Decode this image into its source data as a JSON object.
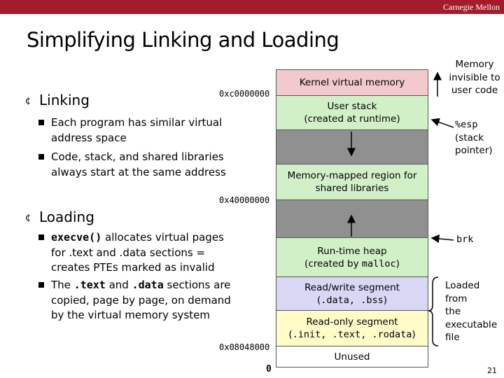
{
  "header": {
    "brand": "Carnegie Mellon"
  },
  "slide": {
    "title": "Simplifying Linking and Loading",
    "page_number": "21"
  },
  "bullets": {
    "marker": "¢",
    "linking": {
      "label": "Linking",
      "sub1": "Each program has similar virtual address space",
      "sub2": "Code, stack, and shared libraries always start at the same address"
    },
    "loading": {
      "label": "Loading",
      "sub1_code": "execve()",
      "sub1_rest1": " allocates virtual pages for ",
      "sub1_text": ".text",
      "sub1_and": " and ",
      "sub1_data": ".data",
      "sub1_rest2": " sections = creates PTEs marked as invalid",
      "sub2_the": "The ",
      "sub2_text": ".text",
      "sub2_and": " and ",
      "sub2_data": ".data",
      "sub2_rest": " sections are copied, page by page, on demand by the virtual memory system"
    }
  },
  "addresses": {
    "kernel_start": "0xc0000000",
    "mmap_start": "0x40000000",
    "text_start": "0x08048000",
    "zero": "0"
  },
  "memory_layout": {
    "kernel": "Kernel virtual memory",
    "stack_line1": "User stack",
    "stack_line2": "(created at runtime)",
    "mmap_line1": "Memory-mapped region for",
    "mmap_line2": "shared libraries",
    "heap_line1": "Run-time heap",
    "heap_line2_a": "(created by ",
    "heap_line2_code": "malloc",
    "heap_line2_b": ")",
    "rw_line1": "Read/write segment",
    "rw_line2_a": "(",
    "rw_line2_code": ".data, .bss",
    "rw_line2_b": ")",
    "ro_line1": "Read-only segment",
    "ro_line2_a": "(",
    "ro_line2_code": ".init, .text, .rodata",
    "ro_line2_b": ")",
    "unused": "Unused"
  },
  "annotations": {
    "kernel_note": [
      "Memory",
      "invisible to",
      "user code"
    ],
    "esp_reg": "%esp",
    "esp_note": [
      "(stack",
      "pointer)"
    ],
    "brk": "brk",
    "loaded_note": [
      "Loaded",
      "from",
      "the",
      "executable",
      "file"
    ]
  },
  "colors": {
    "header": "#a31c2c",
    "kernel": "#f2c9cc",
    "stack": "#d2f0c8",
    "mmap": "#d2f0c8",
    "heap": "#d2f0c8",
    "rw": "#d8d8f5",
    "ro": "#fffcc8",
    "free": "#909090"
  }
}
